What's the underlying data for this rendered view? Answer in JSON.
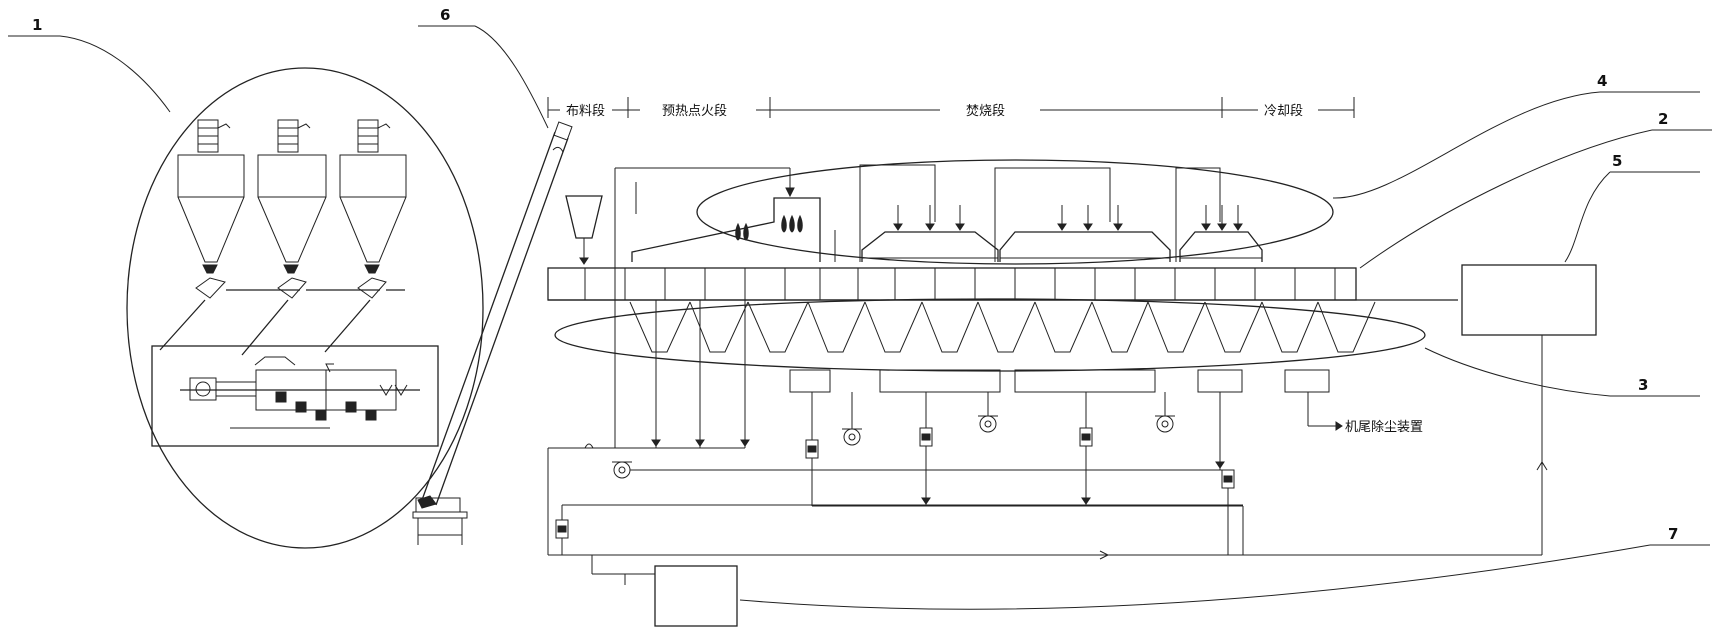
{
  "callouts": {
    "n1": "1",
    "n2": "2",
    "n3": "3",
    "n4": "4",
    "n5": "5",
    "n6": "6",
    "n7": "7"
  },
  "sections": {
    "feeding": "布料段",
    "preheat_ignition": "预热点火段",
    "incineration": "焚烧段",
    "cooling": "冷却段"
  },
  "tail_dust_label": "机尾除尘装置"
}
